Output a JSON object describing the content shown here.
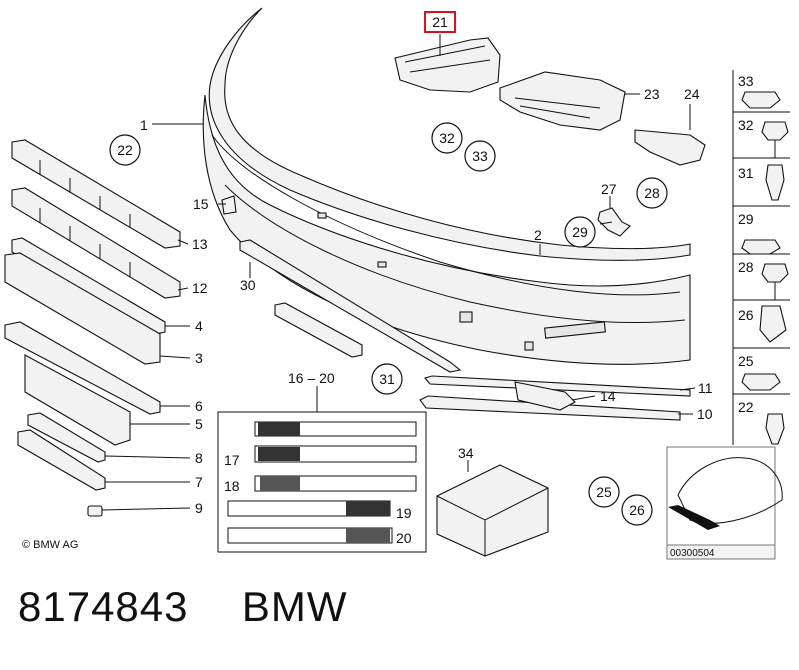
{
  "callouts": {
    "c1": "1",
    "c2": "2",
    "c3": "3",
    "c4": "4",
    "c5": "5",
    "c6": "6",
    "c7": "7",
    "c8": "8",
    "c9": "9",
    "c10": "10",
    "c11": "11",
    "c12": "12",
    "c13": "13",
    "c14": "14",
    "c15": "15",
    "c16_20": "16 – 20",
    "c17": "17",
    "c18": "18",
    "c19": "19",
    "c20": "20",
    "c21": "21",
    "c22": "22",
    "c23": "23",
    "c24": "24",
    "c25": "25",
    "c26": "26",
    "c27": "27",
    "c28": "28",
    "c29": "29",
    "c30": "30",
    "c31": "31",
    "c32": "32",
    "c33": "33",
    "c34": "34"
  },
  "sidebar": [
    "33",
    "32",
    "31",
    "29",
    "28",
    "26",
    "25",
    "22"
  ],
  "highlight_color": "#d4141e",
  "inset_code": "00300504",
  "copyright": "© BMW AG",
  "caption": {
    "part_number": "8174843",
    "brand": "BMW"
  }
}
